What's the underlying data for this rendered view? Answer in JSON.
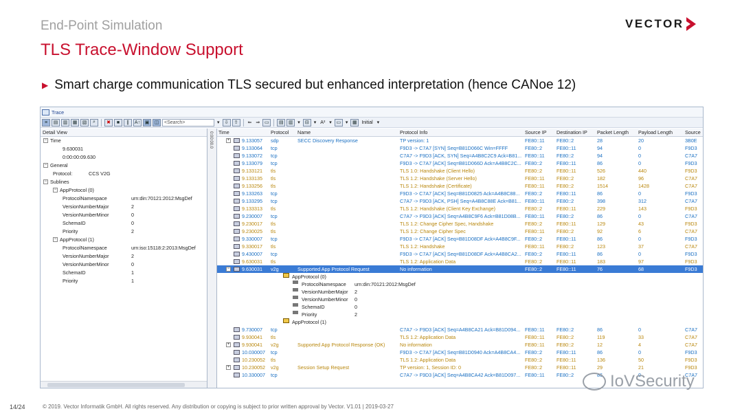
{
  "header": {
    "subtitle": "End-Point Simulation",
    "title": "TLS Trace-Window Support",
    "logo": "VECTOR",
    "brand_color": "#c8102e"
  },
  "bullet": "Smart charge communication TLS secured but enhanced interpretation (hence CANoe 12)",
  "window": {
    "title": "Trace",
    "search_placeholder": "<Search>",
    "initial_label": "Initial"
  },
  "detail_view": {
    "header": "Detail View",
    "rows": [
      {
        "indent": 0,
        "toggle": "⊟",
        "name": "Time",
        "value": ""
      },
      {
        "indent": 2,
        "toggle": "",
        "name": "9.630031",
        "value": ""
      },
      {
        "indent": 2,
        "toggle": "",
        "name": "0:00:00:09.630",
        "value": ""
      },
      {
        "indent": 0,
        "toggle": "⊟",
        "name": "General",
        "value": ""
      },
      {
        "indent": 1,
        "toggle": "",
        "name": "Protocol:",
        "value": "CCS V2G"
      },
      {
        "indent": 0,
        "toggle": "⊟",
        "name": "Sublines",
        "value": ""
      },
      {
        "indent": 1,
        "toggle": "⊟",
        "name": "AppProtocol (0)",
        "value": ""
      },
      {
        "indent": 2,
        "toggle": "",
        "name": "ProtocolNamespace",
        "value": "urn:din:70121:2012:MsgDef"
      },
      {
        "indent": 2,
        "toggle": "",
        "name": "VersionNumberMajor",
        "value": "2"
      },
      {
        "indent": 2,
        "toggle": "",
        "name": "VersionNumberMinor",
        "value": "0"
      },
      {
        "indent": 2,
        "toggle": "",
        "name": "SchemaID",
        "value": "0"
      },
      {
        "indent": 2,
        "toggle": "",
        "name": "Priority",
        "value": "2"
      },
      {
        "indent": 1,
        "toggle": "⊟",
        "name": "AppProtocol (1)",
        "value": ""
      },
      {
        "indent": 2,
        "toggle": "",
        "name": "ProtocolNamespace",
        "value": "urn:iso:15118:2:2013:MsgDef"
      },
      {
        "indent": 2,
        "toggle": "",
        "name": "VersionNumberMajor",
        "value": "2"
      },
      {
        "indent": 2,
        "toggle": "",
        "name": "VersionNumberMinor",
        "value": "0"
      },
      {
        "indent": 2,
        "toggle": "",
        "name": "SchemaID",
        "value": "1"
      },
      {
        "indent": 2,
        "toggle": "",
        "name": "Priority",
        "value": "1"
      }
    ]
  },
  "trace": {
    "columns": [
      "Time",
      "Protocol",
      "Name",
      "Protocol Info",
      "Source IP",
      "Destination IP",
      "Packet Length",
      "Payload Length",
      "Source"
    ],
    "rows": [
      {
        "box": "⊞",
        "time": "9.133057",
        "proto": "sdp",
        "name": "SECC Discovery Response",
        "info": "TP version: 1",
        "src": "FE80::11",
        "dst": "FE80::2",
        "plen": "28",
        "pay": "20",
        "srcp": "3B0E",
        "color": "sdp"
      },
      {
        "box": "",
        "time": "9.133064",
        "proto": "tcp",
        "name": "",
        "info": "F9D3 -> C7A7 [SYN] Seq=B81D066C Win=FFFF",
        "src": "FE80::2",
        "dst": "FE80::11",
        "plen": "94",
        "pay": "0",
        "srcp": "F9D3",
        "color": "tcp"
      },
      {
        "box": "",
        "time": "9.133072",
        "proto": "tcp",
        "name": "",
        "info": "C7A7 -> F9D3 [ACK, SYN] Seq=A4B8C2C9 Ack=B81...",
        "src": "FE80::11",
        "dst": "FE80::2",
        "plen": "94",
        "pay": "0",
        "srcp": "C7A7",
        "color": "tcp"
      },
      {
        "box": "",
        "time": "9.133079",
        "proto": "tcp",
        "name": "",
        "info": "F9D3 -> C7A7 [ACK] Seq=B81D066D Ack=A4B8C2C...",
        "src": "FE80::2",
        "dst": "FE80::11",
        "plen": "86",
        "pay": "0",
        "srcp": "F9D3",
        "color": "tcp"
      },
      {
        "box": "",
        "time": "9.133121",
        "proto": "tls",
        "name": "",
        "info": "TLS 1.0: Handshake (Client Hello)",
        "src": "FE80::2",
        "dst": "FE80::11",
        "plen": "526",
        "pay": "440",
        "srcp": "F9D3",
        "color": "tls"
      },
      {
        "box": "",
        "time": "9.133135",
        "proto": "tls",
        "name": "",
        "info": "TLS 1.2: Handshake (Server Hello)",
        "src": "FE80::11",
        "dst": "FE80::2",
        "plen": "182",
        "pay": "96",
        "srcp": "C7A7",
        "color": "tls"
      },
      {
        "box": "",
        "time": "9.133256",
        "proto": "tls",
        "name": "",
        "info": "TLS 1.2: Handshake (Certificate)",
        "src": "FE80::11",
        "dst": "FE80::2",
        "plen": "1514",
        "pay": "1428",
        "srcp": "C7A7",
        "color": "tls"
      },
      {
        "box": "",
        "time": "9.133263",
        "proto": "tcp",
        "name": "",
        "info": "F9D3 -> C7A7 [ACK] Seq=B81D0825 Ack=A4B8C88...",
        "src": "FE80::2",
        "dst": "FE80::11",
        "plen": "86",
        "pay": "0",
        "srcp": "F9D3",
        "color": "tcp"
      },
      {
        "box": "",
        "time": "9.133295",
        "proto": "tcp",
        "name": "",
        "info": "C7A7 -> F9D3 [ACK, PSH] Seq=A4B8C88E Ack=B81...",
        "src": "FE80::11",
        "dst": "FE80::2",
        "plen": "398",
        "pay": "312",
        "srcp": "C7A7",
        "color": "tcp"
      },
      {
        "box": "",
        "time": "9.133313",
        "proto": "tls",
        "name": "",
        "info": "TLS 1.2: Handshake (Client Key Exchange)",
        "src": "FE80::2",
        "dst": "FE80::11",
        "plen": "229",
        "pay": "143",
        "srcp": "F9D3",
        "color": "tls"
      },
      {
        "box": "",
        "time": "9.230007",
        "proto": "tcp",
        "name": "",
        "info": "C7A7 -> F9D3 [ACK] Seq=A4B8C9F6 Ack=B81D08B...",
        "src": "FE80::11",
        "dst": "FE80::2",
        "plen": "86",
        "pay": "0",
        "srcp": "C7A7",
        "color": "tcp"
      },
      {
        "box": "",
        "time": "9.230017",
        "proto": "tls",
        "name": "",
        "info": "TLS 1.2: Change Cipher Spec, Handshake",
        "src": "FE80::2",
        "dst": "FE80::11",
        "plen": "129",
        "pay": "43",
        "srcp": "F9D3",
        "color": "tls"
      },
      {
        "box": "",
        "time": "9.230025",
        "proto": "tls",
        "name": "",
        "info": "TLS 1.2: Change Cipher Spec",
        "src": "FE80::11",
        "dst": "FE80::2",
        "plen": "92",
        "pay": "6",
        "srcp": "C7A7",
        "color": "tls"
      },
      {
        "box": "",
        "time": "9.330007",
        "proto": "tcp",
        "name": "",
        "info": "F9D3 -> C7A7 [ACK] Seq=B81D08DF Ack=A4B8C9F...",
        "src": "FE80::2",
        "dst": "FE80::11",
        "plen": "86",
        "pay": "0",
        "srcp": "F9D3",
        "color": "tcp"
      },
      {
        "box": "",
        "time": "9.330017",
        "proto": "tls",
        "name": "",
        "info": "TLS 1.2: Handshake",
        "src": "FE80::11",
        "dst": "FE80::2",
        "plen": "123",
        "pay": "37",
        "srcp": "C7A7",
        "color": "tls"
      },
      {
        "box": "",
        "time": "9.430007",
        "proto": "tcp",
        "name": "",
        "info": "F9D3 -> C7A7 [ACK] Seq=B81D08DF Ack=A4B8CA2...",
        "src": "FE80::2",
        "dst": "FE80::11",
        "plen": "86",
        "pay": "0",
        "srcp": "F9D3",
        "color": "tcp"
      },
      {
        "box": "",
        "time": "9.630031",
        "proto": "tls",
        "name": "",
        "info": "TLS 1.2: Application Data",
        "src": "FE80::2",
        "dst": "FE80::11",
        "plen": "183",
        "pay": "97",
        "srcp": "F9D3",
        "color": "tls"
      },
      {
        "box": "⊟",
        "time": "9.630031",
        "proto": "v2g",
        "name": "Supported App Protocol Request",
        "info": "No information",
        "src": "FE80::2",
        "dst": "FE80::11",
        "plen": "76",
        "pay": "68",
        "srcp": "F9D3",
        "color": "sel"
      }
    ],
    "sub": {
      "group0": "AppProtocol (0)",
      "fields": [
        {
          "name": "ProtocolNamespace",
          "value": "urn:din:70121:2012:MsgDef"
        },
        {
          "name": "VersionNumberMajor",
          "value": "2"
        },
        {
          "name": "VersionNumberMinor",
          "value": "0"
        },
        {
          "name": "SchemaID",
          "value": "0"
        },
        {
          "name": "Priority",
          "value": "2"
        }
      ],
      "group1": "AppProtocol (1)"
    },
    "rows2": [
      {
        "box": "",
        "time": "9.730007",
        "proto": "tcp",
        "name": "",
        "info": "C7A7 -> F9D3 [ACK] Seq=A4B8CA21 Ack=B81D094...",
        "src": "FE80::11",
        "dst": "FE80::2",
        "plen": "86",
        "pay": "0",
        "srcp": "C7A7",
        "color": "tcp"
      },
      {
        "box": "",
        "time": "9.930041",
        "proto": "tls",
        "name": "",
        "info": "TLS 1.2: Application Data",
        "src": "FE80::11",
        "dst": "FE80::2",
        "plen": "119",
        "pay": "33",
        "srcp": "C7A7",
        "color": "tls"
      },
      {
        "box": "⊞",
        "time": "9.930041",
        "proto": "v2g",
        "name": "Supported App Protocol Response (OK)",
        "info": "No information",
        "src": "FE80::11",
        "dst": "FE80::2",
        "plen": "12",
        "pay": "4",
        "srcp": "C7A7",
        "color": "v2g"
      },
      {
        "box": "",
        "time": "10.030007",
        "proto": "tcp",
        "name": "",
        "info": "F9D3 -> C7A7 [ACK] Seq=B81D0940 Ack=A4B8CA4...",
        "src": "FE80::2",
        "dst": "FE80::11",
        "plen": "86",
        "pay": "0",
        "srcp": "F9D3",
        "color": "tcp"
      },
      {
        "box": "",
        "time": "10.230052",
        "proto": "tls",
        "name": "",
        "info": "TLS 1.2: Application Data",
        "src": "FE80::2",
        "dst": "FE80::11",
        "plen": "136",
        "pay": "50",
        "srcp": "F9D3",
        "color": "tls"
      },
      {
        "box": "⊞",
        "time": "10.230052",
        "proto": "v2g",
        "name": "Session Setup Request",
        "info": "TP version: 1, Session ID: 0",
        "src": "FE80::2",
        "dst": "FE80::11",
        "plen": "29",
        "pay": "21",
        "srcp": "F9D3",
        "color": "v2g"
      },
      {
        "box": "",
        "time": "10.330007",
        "proto": "tcp",
        "name": "",
        "info": "C7A7 -> F9D3 [ACK] Seq=A4B8CA42 Ack=B81D097...",
        "src": "FE80::11",
        "dst": "FE80::2",
        "plen": "86",
        "pay": "0",
        "srcp": "C7A7",
        "color": "tcp"
      }
    ]
  },
  "footer": {
    "page": "14/24",
    "text": "© 2019. Vector Informatik GmbH. All rights reserved. Any distribution or copying is subject to prior written approval by Vector. V1.01 | 2019-03-27",
    "watermark": "IoVSecurity"
  }
}
